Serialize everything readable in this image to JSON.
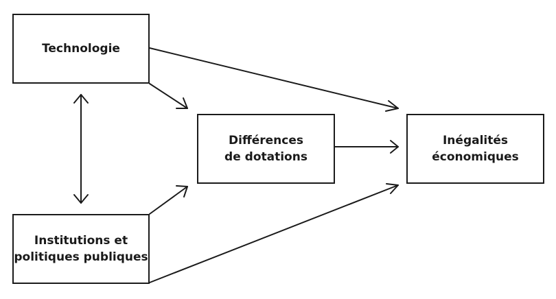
{
  "colors": {
    "line": "#1a1a1a",
    "background": "#ffffff"
  },
  "nodes": {
    "technologie": {
      "lines": [
        "Technologie"
      ]
    },
    "differences": {
      "lines": [
        "Différences",
        "de dotations"
      ]
    },
    "inegalites": {
      "lines": [
        "Inégalités",
        "économiques"
      ]
    },
    "institutions": {
      "lines": [
        "Institutions et",
        "politiques publiques"
      ]
    }
  },
  "edges": [
    {
      "from": "technologie",
      "to": "differences",
      "type": "arrow"
    },
    {
      "from": "technologie",
      "to": "inegalites",
      "type": "arrow"
    },
    {
      "from": "differences",
      "to": "inegalites",
      "type": "arrow"
    },
    {
      "from": "institutions",
      "to": "differences",
      "type": "arrow"
    },
    {
      "from": "institutions",
      "to": "inegalites",
      "type": "arrow"
    },
    {
      "from": "technologie",
      "to": "institutions",
      "type": "double-arrow"
    }
  ]
}
